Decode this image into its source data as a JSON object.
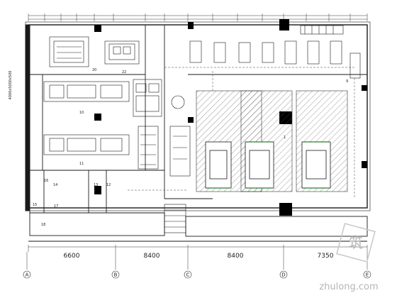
{
  "drawing": {
    "type": "floor-plan",
    "side_dimension": "4000x5000x500"
  },
  "bottom_dimensions": [
    "6600",
    "8400",
    "8400",
    "7350"
  ],
  "axis_markers": [
    "A",
    "B",
    "C",
    "D",
    "E"
  ],
  "room_numbers": [
    "20",
    "22",
    "10",
    "11",
    "12",
    "13",
    "14",
    "15",
    "16",
    "17",
    "18",
    "9",
    "1"
  ],
  "watermark": {
    "text": "zhulong.com",
    "logo_glyph": "筑"
  },
  "colors": {
    "line": "#1a1a1a",
    "hatch": "#444444",
    "column": "#000000",
    "accent_green": "#2e7d32",
    "accent_blue": "#1f4fbf",
    "accent_red": "#c62828",
    "watermark": "#b5b5b5"
  }
}
